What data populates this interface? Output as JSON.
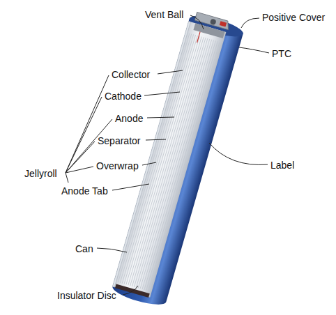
{
  "diagram": {
    "labels": [
      "Vent Ball",
      "Positive Cover",
      "PTC",
      "Collector",
      "Cathode",
      "Anode",
      "Separator",
      "Label",
      "Overwrap",
      "Jellyroll",
      "Anode Tab",
      "Can",
      "Insulator Disc"
    ]
  }
}
